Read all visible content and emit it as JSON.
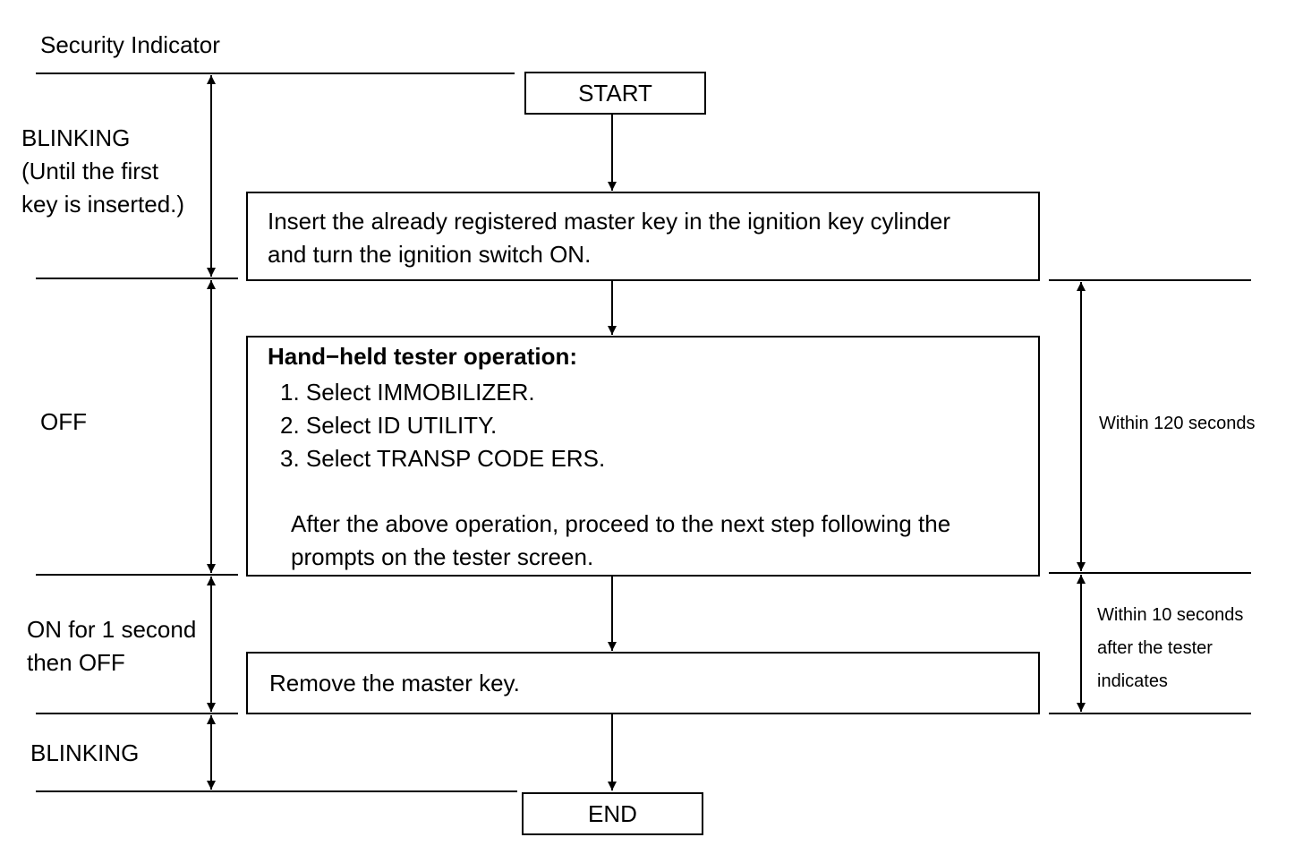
{
  "indicator_header": "Security Indicator",
  "states": {
    "blinking_first": [
      "BLINKING",
      "(Until the first",
      "key is inserted.)"
    ],
    "off": "OFF",
    "on_then_off": [
      "ON for 1 second",
      "then OFF"
    ],
    "blinking_last": "BLINKING"
  },
  "flow": {
    "start": "START",
    "step1": [
      "Insert the already registered master key in the ignition key cylinder",
      "and turn the ignition switch ON."
    ],
    "step2": {
      "title": "Hand−held tester operation:",
      "items": [
        "1. Select IMMOBILIZER.",
        "2. Select ID UTILITY.",
        "3. Select TRANSP CODE ERS."
      ],
      "note": [
        "After the above operation, proceed to the next step following the",
        "prompts on the tester screen."
      ]
    },
    "step3": "Remove the master key.",
    "end": "END"
  },
  "timing": {
    "t1": "Within 120 seconds",
    "t2": [
      "Within 10 seconds",
      "after the tester",
      "indicates"
    ]
  }
}
